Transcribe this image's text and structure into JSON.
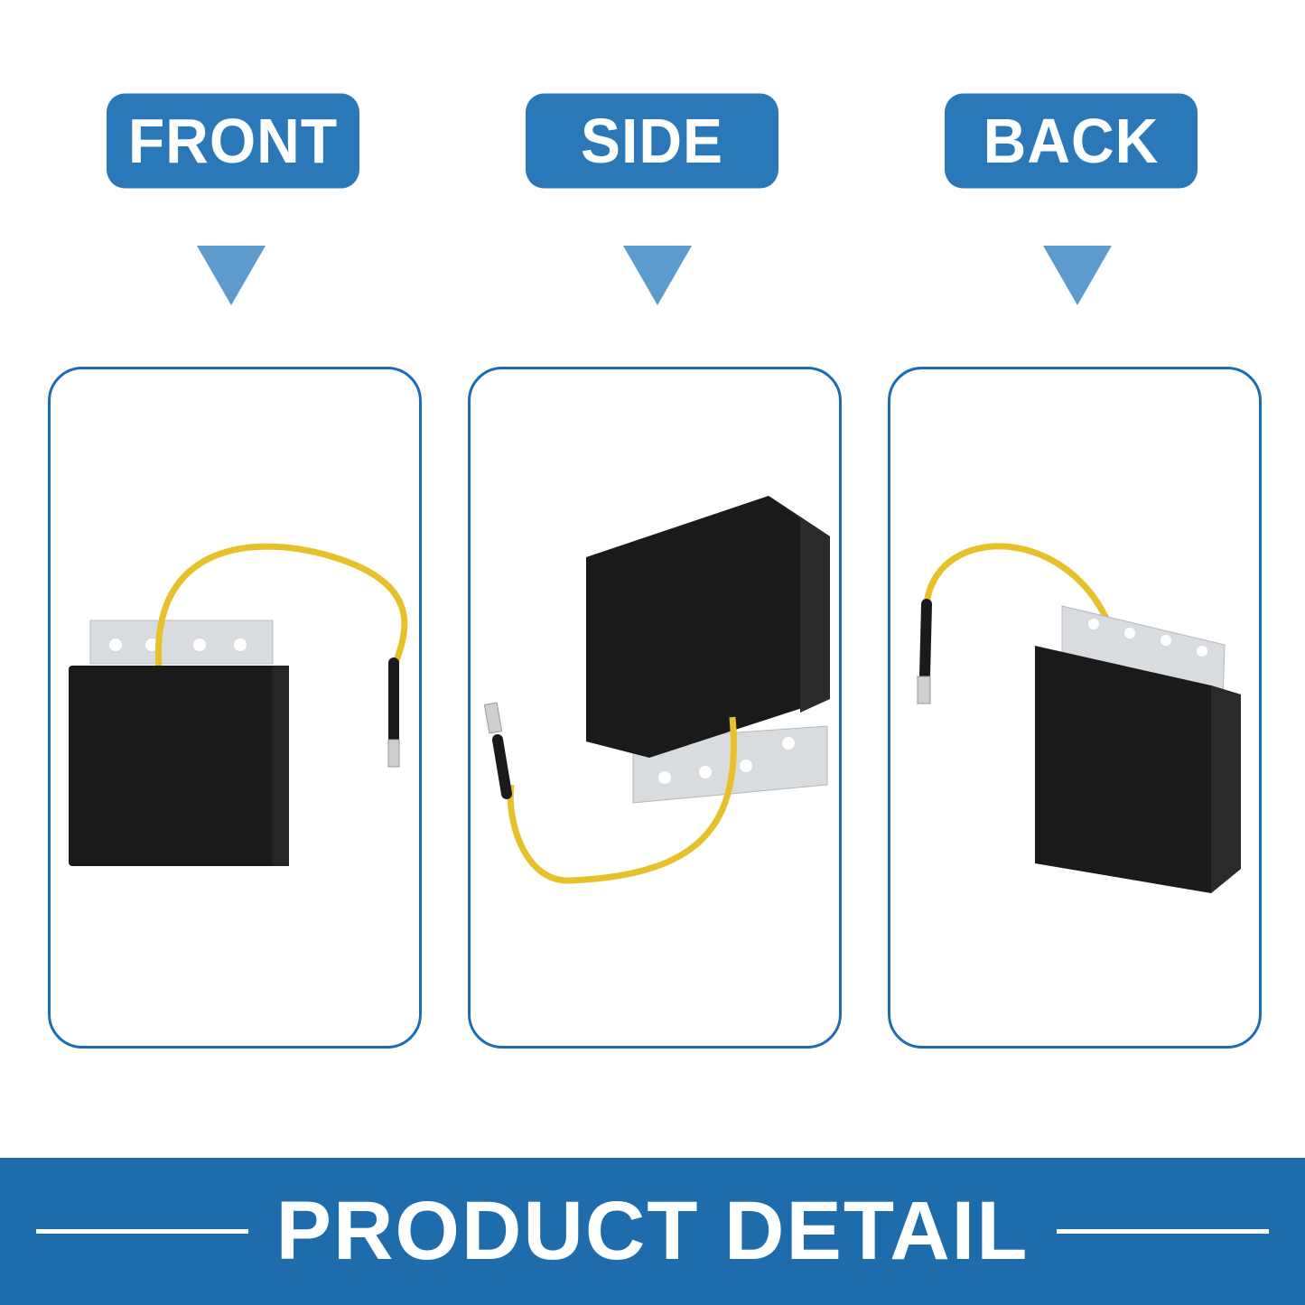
{
  "views": [
    {
      "label": "FRONT"
    },
    {
      "label": "SIDE"
    },
    {
      "label": "BACK"
    }
  ],
  "footer": {
    "title": "PRODUCT DETAIL"
  },
  "colors": {
    "label_bg": "#2b78b8",
    "arrow": "#5b9ccd",
    "card_border": "#1e6bb5",
    "footer_bg": "#1f6cad",
    "wire": "#e8c02a",
    "module_body": "#1a1a1a",
    "bracket": "#d9dcdf"
  },
  "icons": [
    "down-triangle-icon"
  ]
}
